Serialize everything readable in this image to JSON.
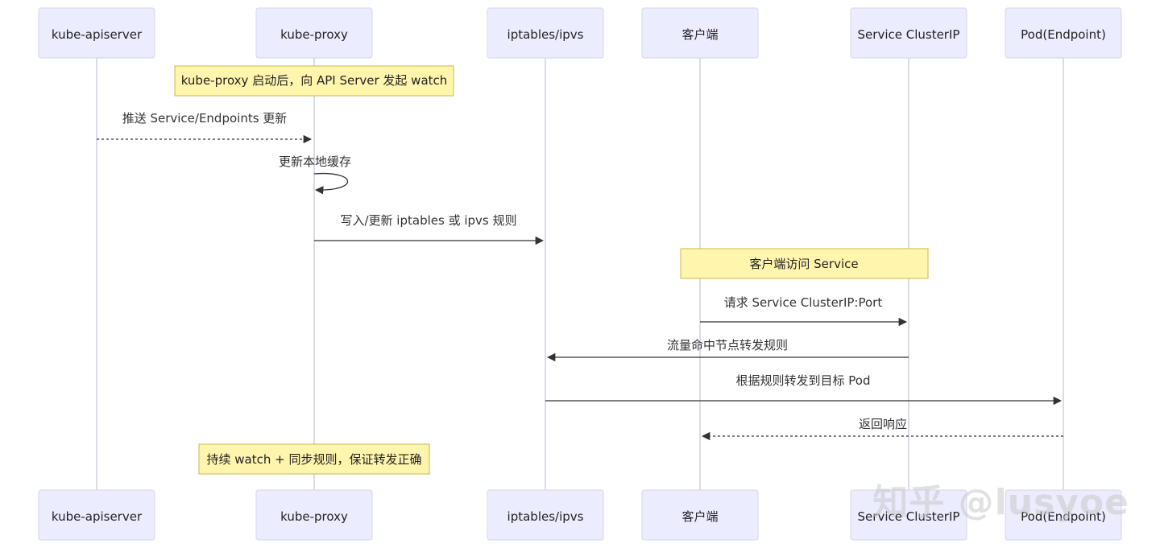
{
  "actors": [
    {
      "id": "apiserver",
      "label": "kube-apiserver"
    },
    {
      "id": "proxy",
      "label": "kube-proxy"
    },
    {
      "id": "iptables",
      "label": "iptables/ipvs"
    },
    {
      "id": "client",
      "label": "客户端"
    },
    {
      "id": "svc",
      "label": "Service ClusterIP"
    },
    {
      "id": "pod",
      "label": "Pod(Endpoint)"
    }
  ],
  "notes": [
    {
      "text": "kube-proxy 启动后，向 API Server 发起 watch"
    },
    {
      "text": "客户端访问 Service"
    },
    {
      "text": "持续 watch + 同步规则，保证转发正确"
    }
  ],
  "messages": [
    {
      "from": "apiserver",
      "to": "proxy",
      "text": "推送 Service/Endpoints 更新",
      "style": "dashed"
    },
    {
      "from": "proxy",
      "to": "proxy",
      "text": "更新本地缓存",
      "style": "solid"
    },
    {
      "from": "proxy",
      "to": "iptables",
      "text": "写入/更新 iptables 或 ipvs 规则",
      "style": "solid"
    },
    {
      "from": "client",
      "to": "svc",
      "text": "请求 Service ClusterIP:Port",
      "style": "solid"
    },
    {
      "from": "svc",
      "to": "iptables",
      "text": "流量命中节点转发规则",
      "style": "solid"
    },
    {
      "from": "iptables",
      "to": "pod",
      "text": "根据规则转发到目标 Pod",
      "style": "solid"
    },
    {
      "from": "pod",
      "to": "client",
      "text": "返回响应",
      "style": "dashed"
    }
  ],
  "watermark": "知乎 @lusyoe",
  "colors": {
    "actor_fill": "#ececff",
    "note_fill": "#fff5ad",
    "line": "#333333",
    "lifeline": "#cfcfe6"
  }
}
